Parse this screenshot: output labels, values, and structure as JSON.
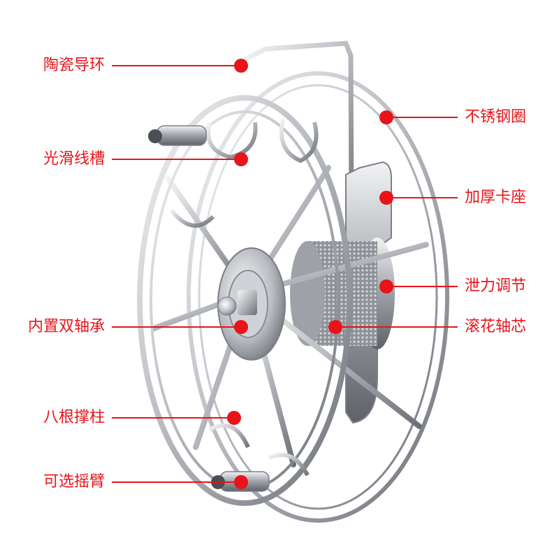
{
  "colors": {
    "callout_text": "#e8141a",
    "callout_line": "#e8141a",
    "callout_dot": "#e8141a",
    "metal_light": "#e9eaec",
    "metal_mid": "#b9bcc1",
    "metal_dark": "#6d7177"
  },
  "callouts": {
    "ceramic_guide_ring": "陶瓷导环",
    "smooth_line_groove": "光滑线槽",
    "dual_internal_bearings": "内置双轴承",
    "eight_support_posts": "八根撑柱",
    "optional_crank_arm": "可选摇臂",
    "stainless_steel_rim": "不锈钢圈",
    "thickened_clamp_seat": "加厚卡座",
    "drag_adjustment": "泄力调节",
    "knurled_spindle": "滚花轴芯"
  },
  "product_image": {
    "subject": "stainless steel hand line reel"
  }
}
